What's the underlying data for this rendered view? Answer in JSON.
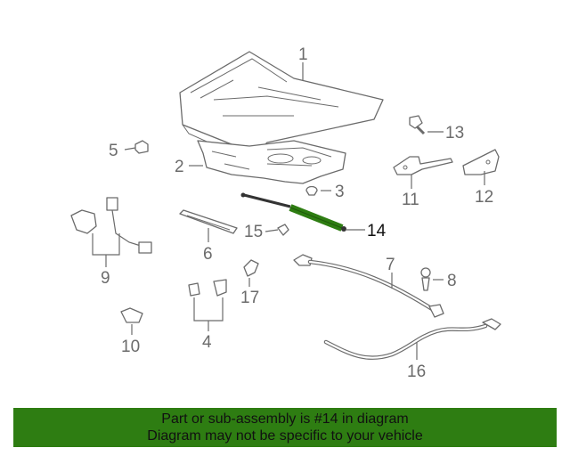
{
  "diagram": {
    "callouts": [
      {
        "id": "1",
        "label": "1"
      },
      {
        "id": "2",
        "label": "2"
      },
      {
        "id": "3",
        "label": "3"
      },
      {
        "id": "4",
        "label": "4"
      },
      {
        "id": "5",
        "label": "5"
      },
      {
        "id": "6",
        "label": "6"
      },
      {
        "id": "7",
        "label": "7"
      },
      {
        "id": "8",
        "label": "8"
      },
      {
        "id": "9",
        "label": "9"
      },
      {
        "id": "10",
        "label": "10"
      },
      {
        "id": "11",
        "label": "11"
      },
      {
        "id": "12",
        "label": "12"
      },
      {
        "id": "13",
        "label": "13"
      },
      {
        "id": "14",
        "label": "14"
      },
      {
        "id": "15",
        "label": "15"
      },
      {
        "id": "16",
        "label": "16"
      },
      {
        "id": "17",
        "label": "17"
      }
    ],
    "highlighted_part": "14",
    "colors": {
      "highlight": "#2e7d12",
      "lines": "#6b6b6b",
      "banner": "#2e7d12"
    }
  },
  "banner": {
    "line1": "Part or sub-assembly is #14 in diagram",
    "line2": "Diagram may not be specific to your vehicle"
  }
}
